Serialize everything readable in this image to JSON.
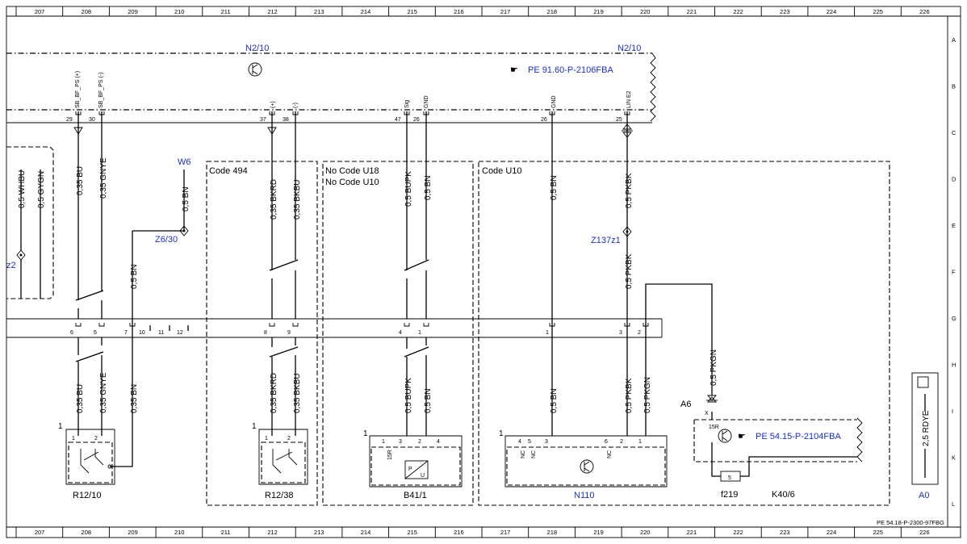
{
  "grid": {
    "columns": [
      "207",
      "208",
      "209",
      "210",
      "211",
      "212",
      "213",
      "214",
      "215",
      "216",
      "217",
      "218",
      "219",
      "220",
      "221",
      "222",
      "223",
      "224",
      "225",
      "226"
    ],
    "rows": [
      "A",
      "B",
      "C",
      "D",
      "E",
      "F",
      "G",
      "H",
      "I",
      "K",
      "L"
    ]
  },
  "connectors": {
    "n2_10_left": "N2/10",
    "n2_10_right": "N2/10",
    "ref_top": "PE 91.60-P-2106FBA",
    "ref_a6": "PE 54.15-P-2104FBA",
    "sheet_ref": "PE 54.18-P-2300-97FBG"
  },
  "pins_top": {
    "sb_bf_ps_plus": "SB_BF_PS (+)",
    "sb_bf_ps_minus": "SB_BF_PS (-)",
    "p29": "29",
    "p30": "30",
    "p37": "37",
    "p38": "38",
    "p47": "47",
    "p26a": "26",
    "p26b": "26",
    "p25": "25",
    "plus": "(+)",
    "minus": "(-)",
    "sig": "Sig",
    "gnd": "GND",
    "gnd2": "GND",
    "lin": "LIN E2"
  },
  "codes": {
    "code494": "Code 494",
    "noU18": "No Code U18",
    "noU10": "No Code U10",
    "codeU10": "Code U10"
  },
  "wires": {
    "whbu": "0,5 WHBU",
    "gygn": "0,5 GYGN",
    "bu035a": "0,35 BU",
    "gnye035a": "0,35 GNYE",
    "bu035b": "0,35 BU",
    "gnye035b": "0,35 GNYE",
    "bn_w6": "0,5 BN",
    "bn_z6": "0,5 BN",
    "bn035": "0,35 BN",
    "bkrd_a": "0,35 BKRD",
    "bkbu_a": "0,35 BKBU",
    "bkrd_b": "0,35 BKRD",
    "bkbu_b": "0,35 BKBU",
    "bupk_a": "0,5 BUPK",
    "bn_a": "0,5 BN",
    "bupk_b": "0,5 BUPK",
    "bn_b": "0,5 BN",
    "bn_u10a": "0,5 BN",
    "bn_u10b": "0,5 BN",
    "pkbk_a": "0,5 PKBK",
    "pkbk_b": "0,5 PKBK",
    "pkbk_c": "0,5 PKBK",
    "pkgn_a": "0,5 PKGN",
    "pkgn_b": "0,5 PKGN",
    "rdye": "2,5 RDYE"
  },
  "nodes": {
    "w6": "W6",
    "z6_30": "Z6/30",
    "z137z1": "Z137z1",
    "z2": "z2",
    "a6": "A6",
    "a0": "A0"
  },
  "pins_mid": {
    "p6": "6",
    "p5": "5",
    "p7": "7",
    "p10": "10",
    "p11": "11",
    "p12": "12",
    "p8": "8",
    "p9": "9",
    "p4": "4",
    "p1a": "1",
    "p1b": "1",
    "p3": "3",
    "p2": "2"
  },
  "components": {
    "r12_10": "R12/10",
    "r12_38": "R12/38",
    "b41_1": "B41/1",
    "n110": "N110",
    "f219": "f219",
    "k40_6": "K40/6",
    "fuse_val": "5",
    "one": "1",
    "two": "2",
    "three": "3",
    "four": "4",
    "five": "5",
    "six": "6",
    "nc": "NC",
    "r15": "15R",
    "x": "X",
    "p": "P",
    "u": "U"
  }
}
